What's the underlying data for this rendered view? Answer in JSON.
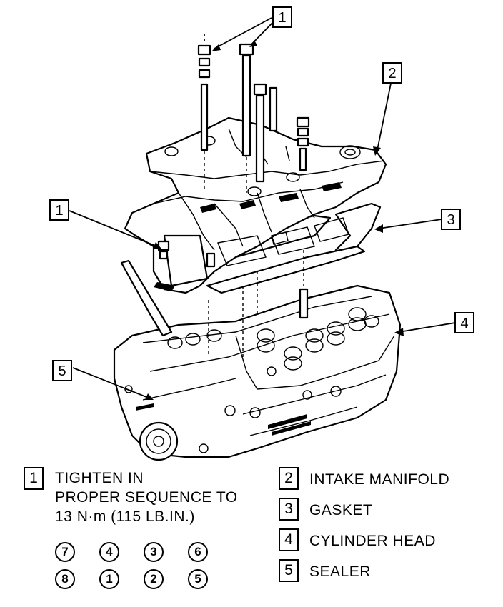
{
  "callouts": [
    {
      "num": "1"
    },
    {
      "num": "2"
    },
    {
      "num": "1"
    },
    {
      "num": "3"
    },
    {
      "num": "4"
    },
    {
      "num": "5"
    }
  ],
  "legend": {
    "item1": {
      "num": "1",
      "lines": [
        "TIGHTEN IN",
        "PROPER SEQUENCE TO",
        "13 N·m (115 LB.IN.)"
      ]
    },
    "item2": {
      "num": "2",
      "text": "INTAKE MANIFOLD"
    },
    "item3": {
      "num": "3",
      "text": "GASKET"
    },
    "item4": {
      "num": "4",
      "text": "CYLINDER HEAD"
    },
    "item5": {
      "num": "5",
      "text": "SEALER"
    }
  },
  "sequence": {
    "row1": [
      "7",
      "4",
      "3",
      "6"
    ],
    "row2": [
      "8",
      "1",
      "2",
      "5"
    ]
  }
}
